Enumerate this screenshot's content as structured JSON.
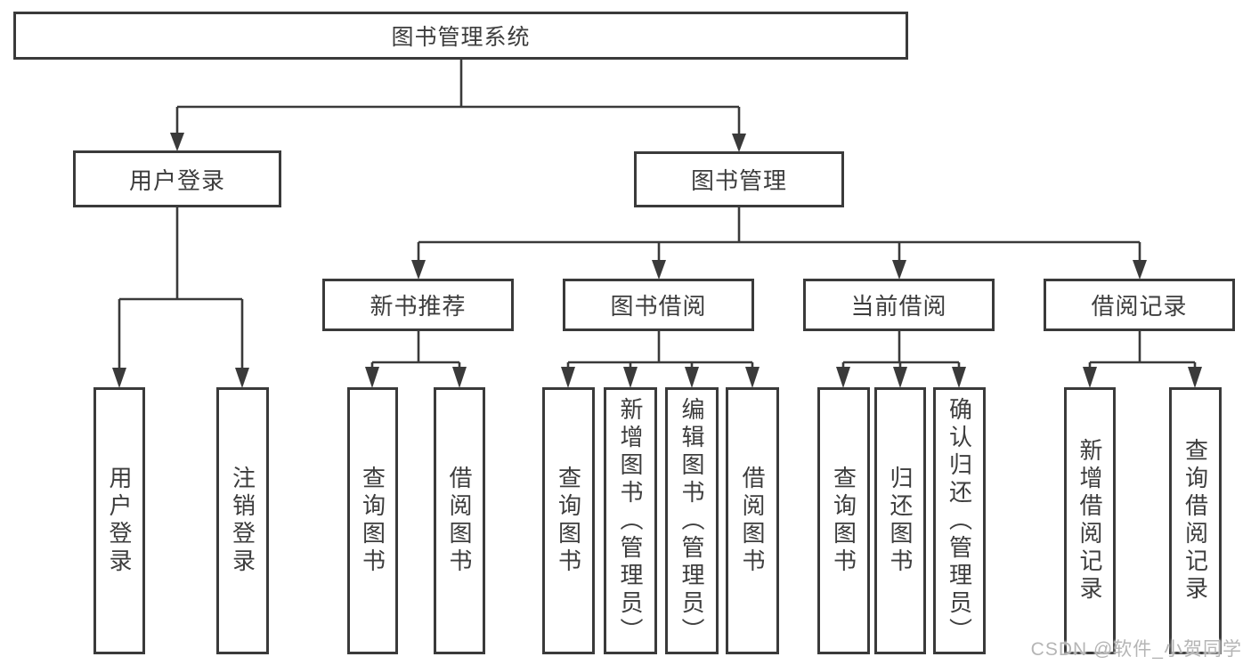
{
  "tree": {
    "root": "图书管理系统",
    "children": [
      {
        "label": "用户登录",
        "children": [
          "用户登录",
          "注销登录"
        ]
      },
      {
        "label": "图书管理",
        "children": [
          {
            "label": "新书推荐",
            "children": [
              "查询图书",
              "借阅图书"
            ]
          },
          {
            "label": "图书借阅",
            "children": [
              "查询图书",
              "新增图书（管理员）",
              "编辑图书（管理员）",
              "借阅图书"
            ]
          },
          {
            "label": "当前借阅",
            "children": [
              "查询图书",
              "归还图书",
              "确认归还（管理员）"
            ]
          },
          {
            "label": "借阅记录",
            "children": [
              "新增借阅记录",
              "查询借阅记录"
            ]
          }
        ]
      }
    ]
  },
  "watermark": "CSDN @软件_小贺同学",
  "colors": {
    "line": "#3a3a3a",
    "box_border": "#3a3a3a",
    "text": "#3d3d3d",
    "watermark": "#b5b5b5",
    "background": "#ffffff"
  }
}
